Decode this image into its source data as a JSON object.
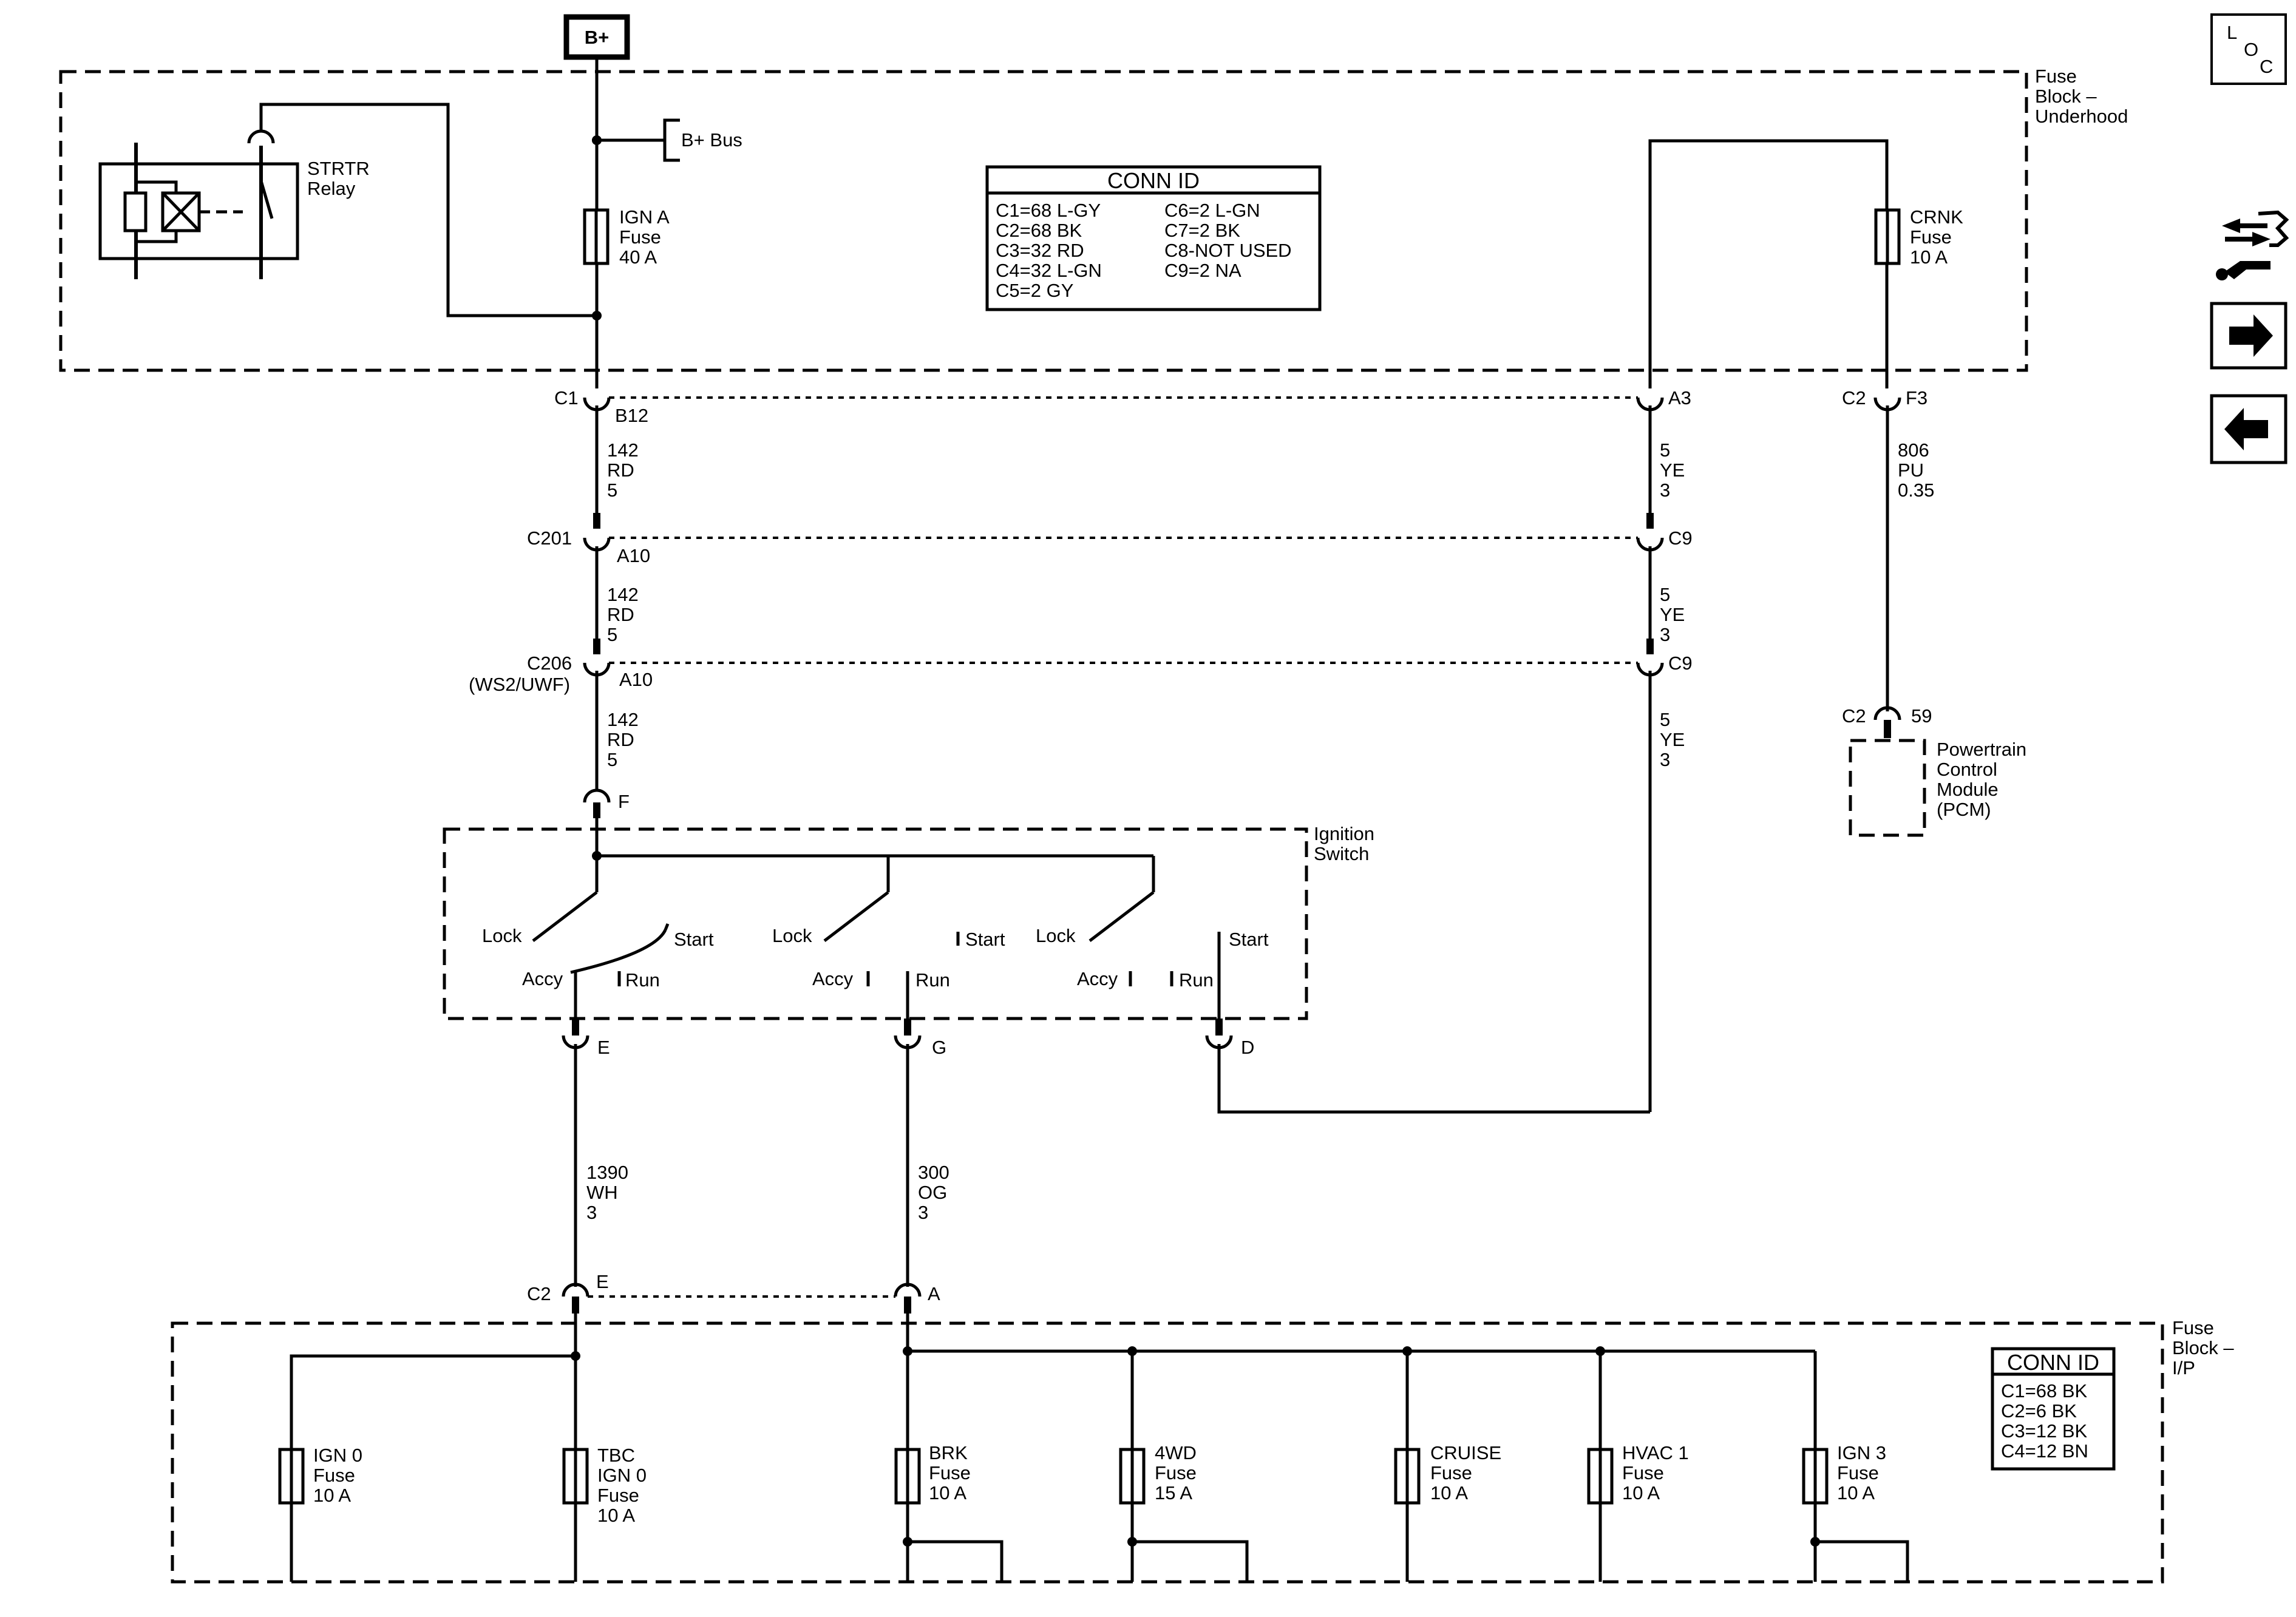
{
  "top": {
    "power_label": "B+",
    "bus_label": "B+ Bus"
  },
  "uh_block": {
    "title_line1": "Fuse",
    "title_line2": "Block –",
    "title_line3": "Underhood"
  },
  "ip_block": {
    "title_line1": "Fuse",
    "title_line2": "Block –",
    "title_line3": "I/P"
  },
  "strtr_relay": {
    "line1": "STRTR",
    "line2": "Relay"
  },
  "ign_a_fuse": {
    "line1": "IGN A",
    "line2": "Fuse",
    "line3": "40 A"
  },
  "crnk_fuse": {
    "line1": "CRNK",
    "line2": "Fuse",
    "line3": "10 A"
  },
  "conn_id_uh": {
    "title": "CONN ID",
    "left": [
      "C1=68 L-GY",
      "C2=68 BK",
      "C3=32 RD",
      "C4=32 L-GN",
      "C5=2 GY"
    ],
    "right": [
      "C6=2 L-GN",
      "C7=2 BK",
      "C8-NOT USED",
      "C9=2 NA"
    ]
  },
  "conn_id_ip": {
    "title": "CONN ID",
    "rows": [
      "C1=68 BK",
      "C2=6 BK",
      "C3=12 BK",
      "C4=12 BN"
    ]
  },
  "connectors": {
    "c1": "C1",
    "b12": "B12",
    "a3": "A3",
    "c2_f3": "C2",
    "f3": "F3",
    "c201": "C201",
    "a10_1": "A10",
    "c9_1": "C9",
    "c206": "C206",
    "c206_sub": "(WS2/UWF)",
    "a10_2": "A10",
    "c9_2": "C9",
    "f": "F",
    "e_top": "E",
    "g": "G",
    "d": "D",
    "c2_pcm": "C2",
    "pin59": "59",
    "c2_ip": "C2",
    "e_ip": "E",
    "a_ip": "A"
  },
  "wires": {
    "w142a": [
      "142",
      "RD",
      "5"
    ],
    "w142b": [
      "142",
      "RD",
      "5"
    ],
    "w142c": [
      "142",
      "RD",
      "5"
    ],
    "w5a": [
      "5",
      "YE",
      "3"
    ],
    "w5b": [
      "5",
      "YE",
      "3"
    ],
    "w5c": [
      "5",
      "YE",
      "3"
    ],
    "w806": [
      "806",
      "PU",
      "0.35"
    ],
    "w1390": [
      "1390",
      "WH",
      "3"
    ],
    "w300": [
      "300",
      "OG",
      "3"
    ]
  },
  "pcm": {
    "lines": [
      "Powertrain",
      "Control",
      "Module",
      "(PCM)"
    ]
  },
  "ignition_switch": {
    "title_line1": "Ignition",
    "title_line2": "Switch",
    "lock": "Lock",
    "start": "Start",
    "accy": "Accy",
    "run": "Run"
  },
  "ip_fuses": [
    {
      "lines": [
        "IGN 0",
        "Fuse",
        "10 A"
      ]
    },
    {
      "lines": [
        "TBC",
        "IGN 0",
        "Fuse",
        "10 A"
      ]
    },
    {
      "lines": [
        "BRK",
        "Fuse",
        "10 A"
      ]
    },
    {
      "lines": [
        "4WD",
        "Fuse",
        "15 A"
      ]
    },
    {
      "lines": [
        "CRUISE",
        "Fuse",
        "10 A"
      ]
    },
    {
      "lines": [
        "HVAC 1",
        "Fuse",
        "10 A"
      ]
    },
    {
      "lines": [
        "IGN 3",
        "Fuse",
        "10 A"
      ]
    }
  ],
  "nav": {
    "loc_l": "L",
    "loc_o": "O",
    "loc_c": "C",
    "icons": [
      "location-icon",
      "component-tool-icon",
      "arrow-right-icon",
      "arrow-left-icon"
    ]
  }
}
